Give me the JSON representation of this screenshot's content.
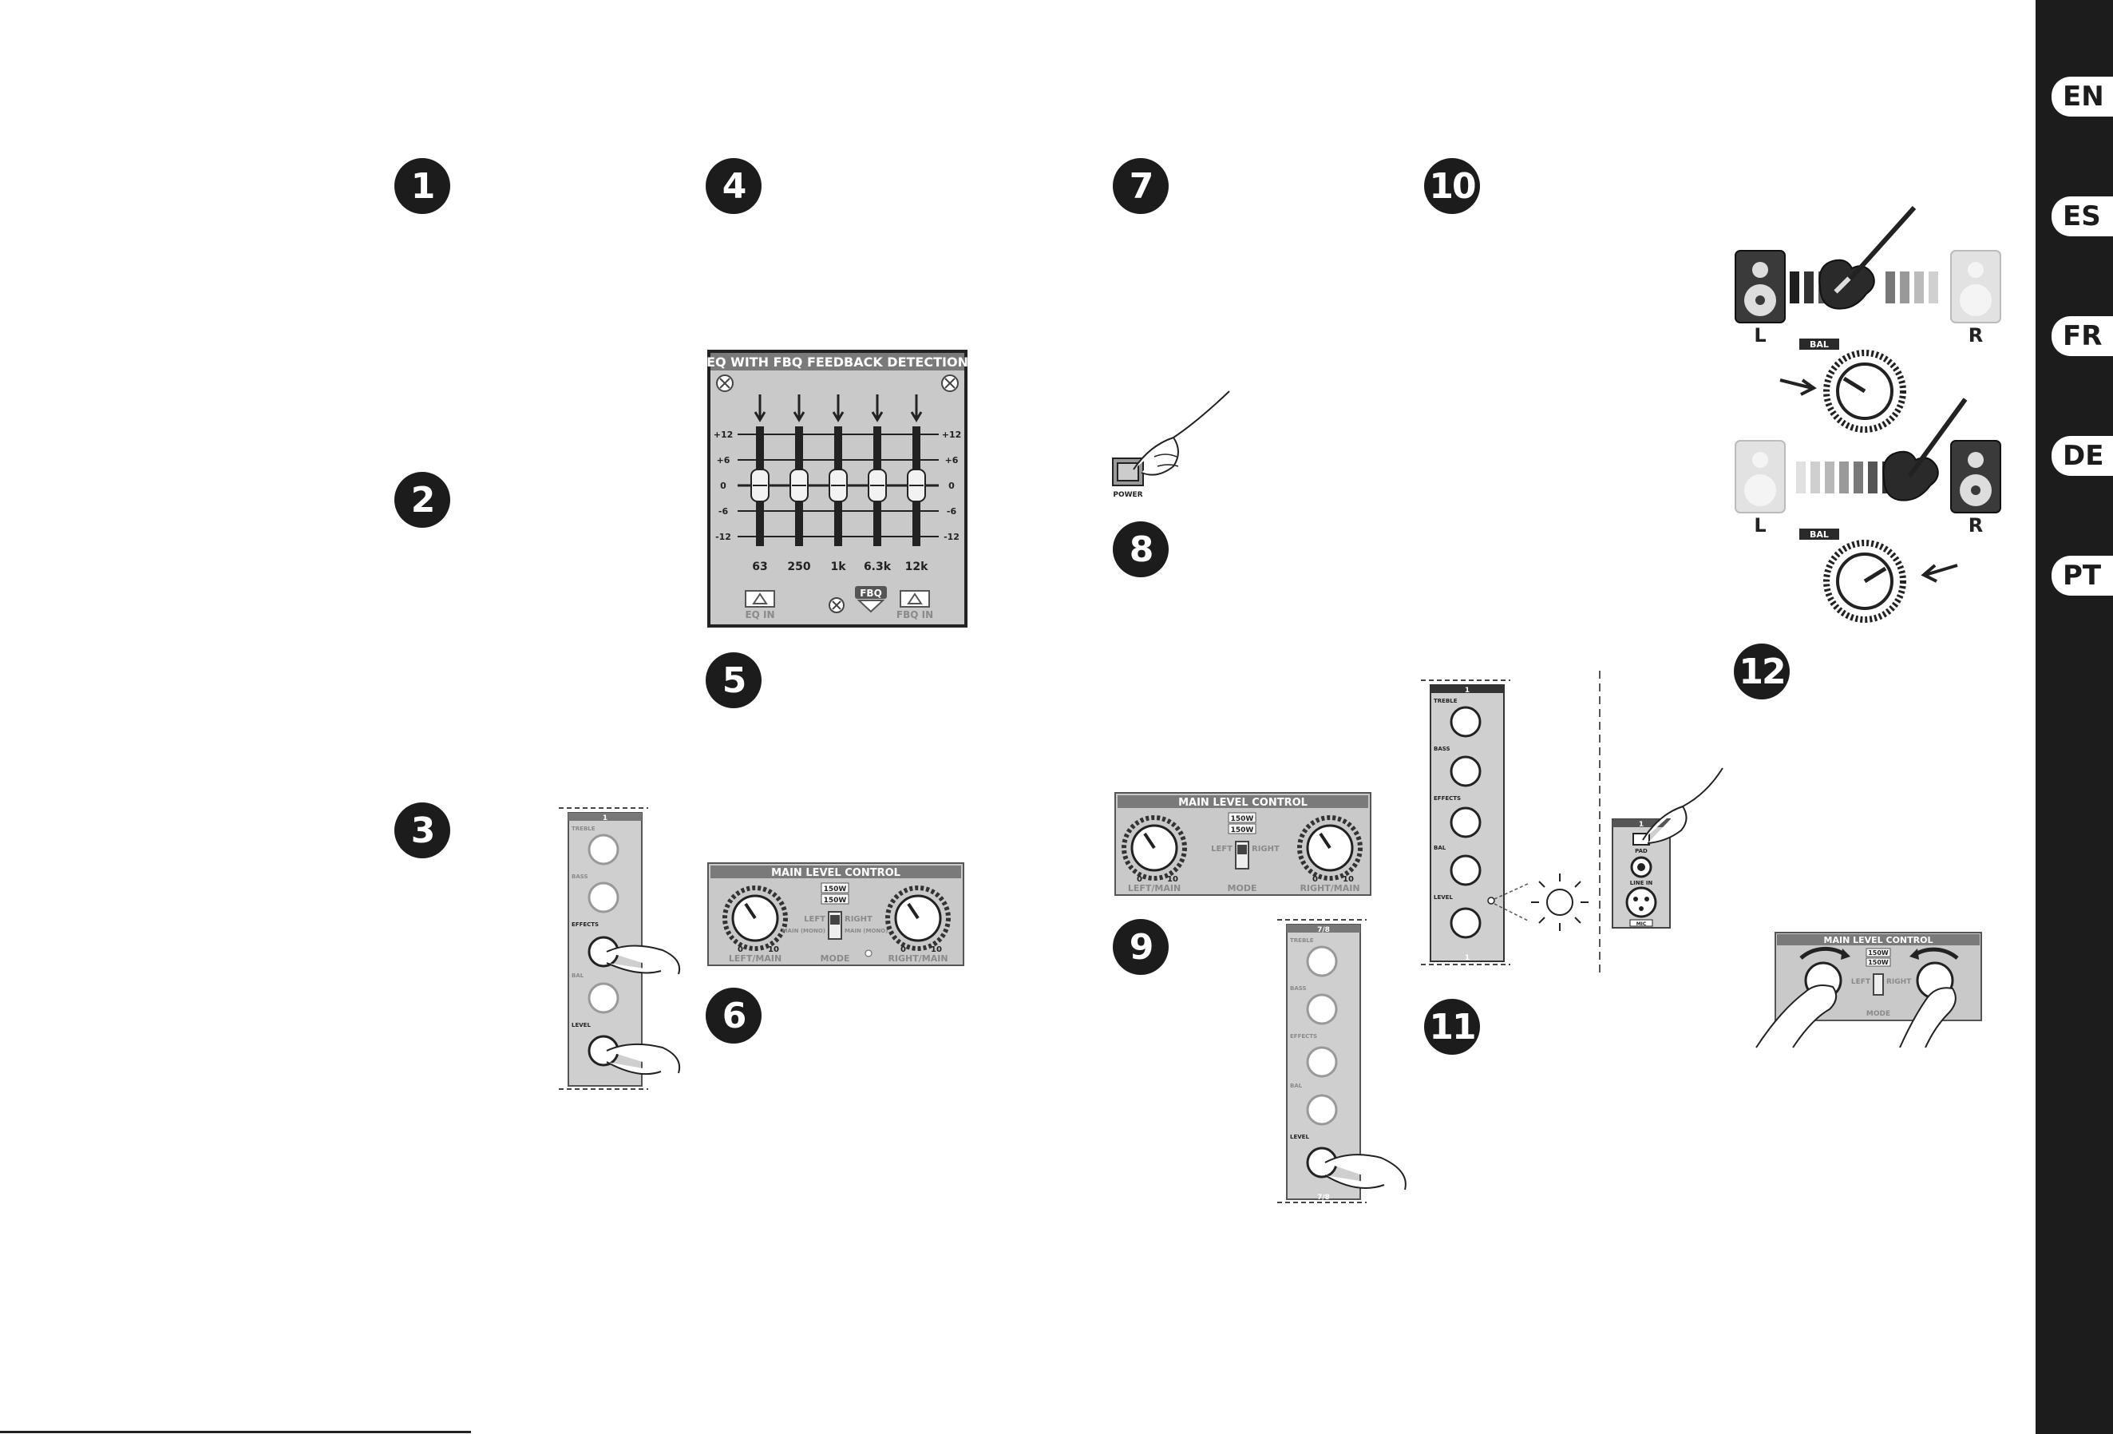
{
  "steps": [
    "1",
    "2",
    "3",
    "4",
    "5",
    "6",
    "7",
    "8",
    "9",
    "10",
    "11",
    "12"
  ],
  "languages": [
    "EN",
    "ES",
    "FR",
    "DE",
    "PT"
  ],
  "eq_panel": {
    "title": "EQ WITH FBQ FEEDBACK DETECTION",
    "scale_left": [
      "+12",
      "+6",
      "0",
      "-6",
      "-12"
    ],
    "scale_right": [
      "+12",
      "+6",
      "0",
      "-6",
      "-12"
    ],
    "bands": [
      "63",
      "250",
      "1k",
      "6.3k",
      "12k"
    ],
    "eq_in": "EQ IN",
    "fbq": "FBQ",
    "fbq_in": "FBQ IN"
  },
  "main_level": {
    "title": "MAIN LEVEL CONTROL",
    "power_top": "150W",
    "power_bottom": "150W",
    "left": "LEFT",
    "right": "RIGHT",
    "main_mono": "MAIN (MONO)",
    "mode": "MODE",
    "left_main": "LEFT/MAIN",
    "right_main": "RIGHT/MAIN",
    "scale_min": "0",
    "scale_max": "10"
  },
  "power_button": "POWER",
  "balance": {
    "bal": "BAL",
    "left": "L",
    "right": "R"
  },
  "channel_strip": {
    "channel_top": "1",
    "treble": "TREBLE",
    "bass": "BASS",
    "effects": "EFFECTS",
    "bal": "BAL",
    "level": "LEVEL",
    "channel_stereo": "7/8"
  },
  "input_jacks": {
    "channel": "1",
    "pad": "PAD",
    "line_in": "LINE IN",
    "mic": "MIC"
  }
}
